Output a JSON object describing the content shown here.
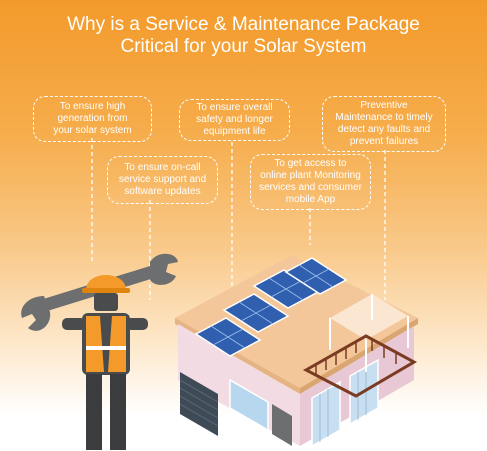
{
  "title": {
    "line1": "Why is a Service & Maintenance Package",
    "line2": "Critical for your Solar System"
  },
  "bubbles": [
    {
      "text": "To ensure high\ngeneration from\nyour solar system"
    },
    {
      "text": "To ensure overall\nsafety and longer\nequipment life"
    },
    {
      "text": "Preventive\nMaintenance to timely\ndetect any faults and\nprevent failures"
    },
    {
      "text": "To ensure on-call\nservice support and\nsoftware updates"
    },
    {
      "text": "To get access to\nonline plant Monitoring\nservices and consumer\nmobile App"
    }
  ],
  "colors": {
    "orange_top": "#f39a2b",
    "worker_vest": "#f39a2b",
    "roof": "#f4c79a",
    "panel": "#2f5fae",
    "house_wall": "#f2dbe3",
    "house_dark": "#6d6e70"
  }
}
